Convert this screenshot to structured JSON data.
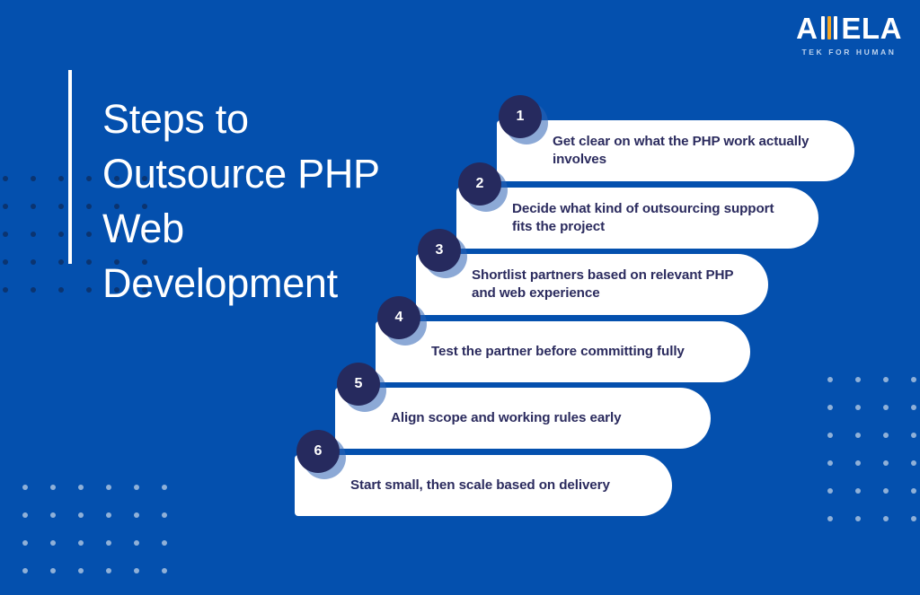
{
  "brand": {
    "logo_left": "A",
    "logo_right": "ELA",
    "tagline": "TEK FOR HUMAN",
    "accent_color": "#f5a623",
    "logo_text_color": "#ffffff"
  },
  "background_color": "#0450ae",
  "headline": "Steps to Outsource PHP Web Development",
  "steps": [
    {
      "number": "1",
      "text": "Get clear on what the PHP work actually involves"
    },
    {
      "number": "2",
      "text": "Decide what kind of outsourcing support fits the project"
    },
    {
      "number": "3",
      "text": "Shortlist partners based on relevant PHP and web experience"
    },
    {
      "number": "4",
      "text": "Test the partner before committing fully"
    },
    {
      "number": "5",
      "text": "Align scope and working rules early"
    },
    {
      "number": "6",
      "text": "Start small, then scale based on delivery"
    }
  ],
  "palette": {
    "card_background": "#ffffff",
    "card_text": "#2b2b5e",
    "badge_background": "#262a5e",
    "badge_text": "#ffffff",
    "badge_shadow": "#2e63b4",
    "dot_dark": "#0b3470",
    "dot_light": "#8fb0d8"
  }
}
